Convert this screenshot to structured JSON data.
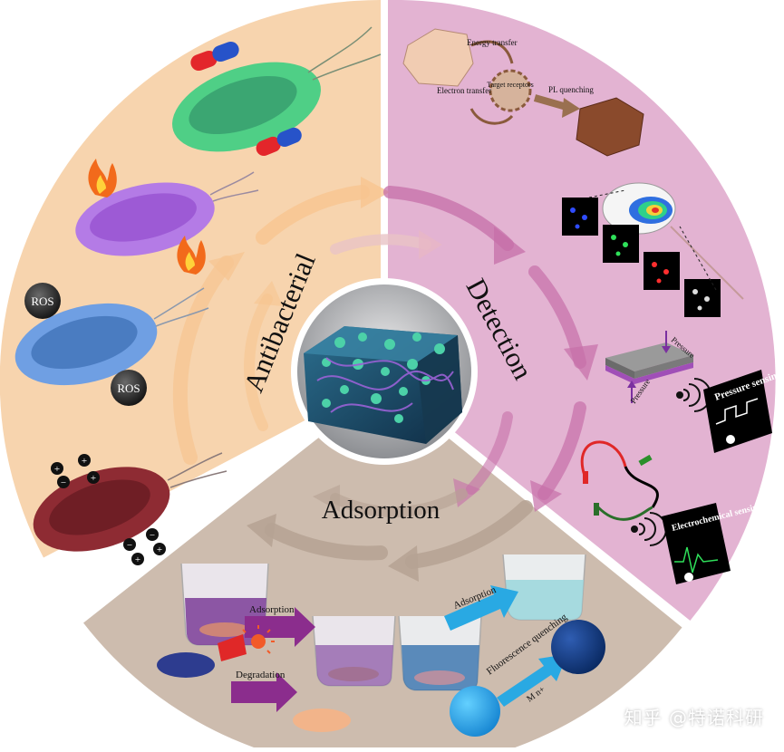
{
  "sections": {
    "antibacterial": {
      "label": "Antibacterial",
      "color": "#f7d4ae"
    },
    "detection": {
      "label": "Detection",
      "color": "#e3b3d2"
    },
    "adsorption": {
      "label": "Adsorption",
      "color": "#cdbcae"
    }
  },
  "badges": {
    "ros": "ROS"
  },
  "detection_panel": {
    "energy_transfer": "Energy transfer",
    "electron_transfer": "Electron transfer",
    "target_receptors": "Target receptors",
    "pl_quenching": "PL quenching",
    "pressure": "Pressure",
    "pressure_sensing": "Pressure sensing",
    "electrochemical_sensing": "Electrochemical sensing"
  },
  "adsorption_panel": {
    "adsorption": "Adsorption",
    "degradation": "Degradation",
    "fluorescence_quenching": "Fluorescence quenching",
    "metal_ion": "M n+"
  },
  "watermark": "知乎 @特诺科研",
  "colors": {
    "ring_arrow": "#f3c48e",
    "detect_arrow": "#c66fa8",
    "adsorb_arrow": "#b9a99b",
    "bacteria_green": "#4fcf86",
    "bacteria_purple": "#a35bd9",
    "bacteria_blue": "#4e8bd0",
    "bacteria_red": "#8e2b33",
    "arrow_purple": "#8b2d8d",
    "arrow_cyan": "#29a9e3"
  }
}
